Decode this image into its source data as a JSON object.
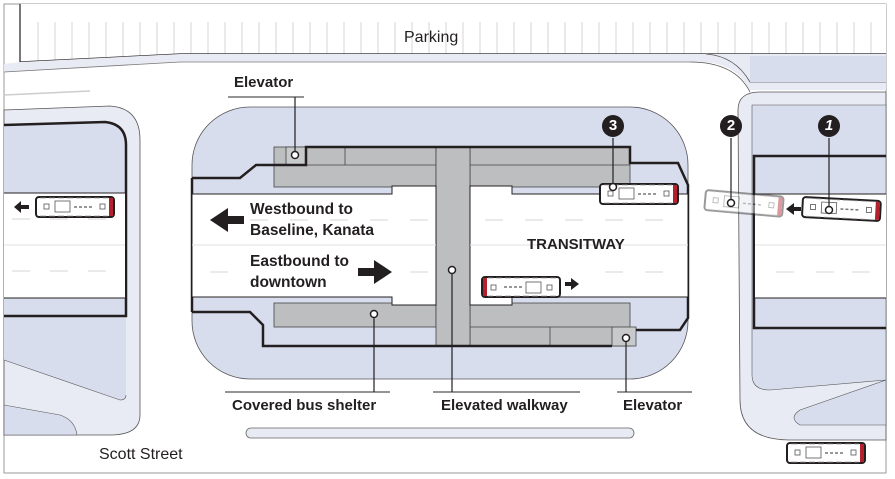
{
  "map": {
    "title": "Transitway station map",
    "colors": {
      "block": "#d8dded",
      "sidewalk": "#e8ebf3",
      "platform": "#bdbebf",
      "outline": "#231f20",
      "bus_accent": "#b5202e",
      "road": "#ffffff"
    },
    "labels": {
      "parking": "Parking",
      "scott_street": "Scott Street",
      "transitway": "TRANSITWAY",
      "westbound_line1": "Westbound to",
      "westbound_line2": "Baseline, Kanata",
      "eastbound_line1": "Eastbound to",
      "eastbound_line2": "downtown"
    },
    "callouts": {
      "elevator_top": "Elevator",
      "covered_bus_shelter": "Covered bus shelter",
      "elevated_walkway": "Elevated walkway",
      "elevator_bottom": "Elevator"
    },
    "markers": [
      {
        "id": "1",
        "label": "1"
      },
      {
        "id": "2",
        "label": "2"
      },
      {
        "id": "3",
        "label": "3"
      }
    ],
    "icons": {
      "bus": "bus-icon",
      "arrow_left": "arrow-left-icon",
      "arrow_right": "arrow-right-icon",
      "callout_dot": "callout-dot-icon"
    }
  }
}
